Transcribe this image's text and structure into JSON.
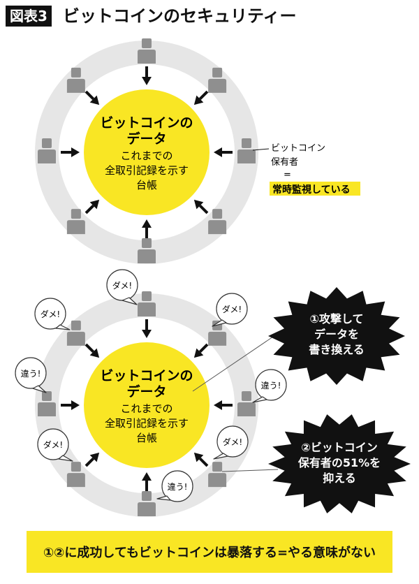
{
  "title": {
    "badge": "図表3",
    "text": "ビットコインのセキュリティー"
  },
  "colors": {
    "yellow": "#f9e624",
    "ring": "#e6e6e6",
    "person": "#8f8f8f",
    "ink": "#111111"
  },
  "center_label": {
    "heading_1": "ビットコインの",
    "heading_2": "データ",
    "body_1": "これまでの",
    "body_2": "全取引記録を示す",
    "body_3": "台帳"
  },
  "side_note": {
    "line_1": "ビットコイン",
    "line_2": "保有者",
    "equals": "=",
    "highlight": "常時監視している"
  },
  "speech": {
    "dame": "ダメ!",
    "chigau": "違う!"
  },
  "attack_1": {
    "line_1": "①攻撃して",
    "line_2": "データを",
    "line_3": "書き換える"
  },
  "attack_2": {
    "line_1": "②ビットコイン",
    "line_2": "保有者の51%を",
    "line_3": "抑える"
  },
  "conclusion": "①②に成功してもビットコインは暴落する=やる意味がない"
}
